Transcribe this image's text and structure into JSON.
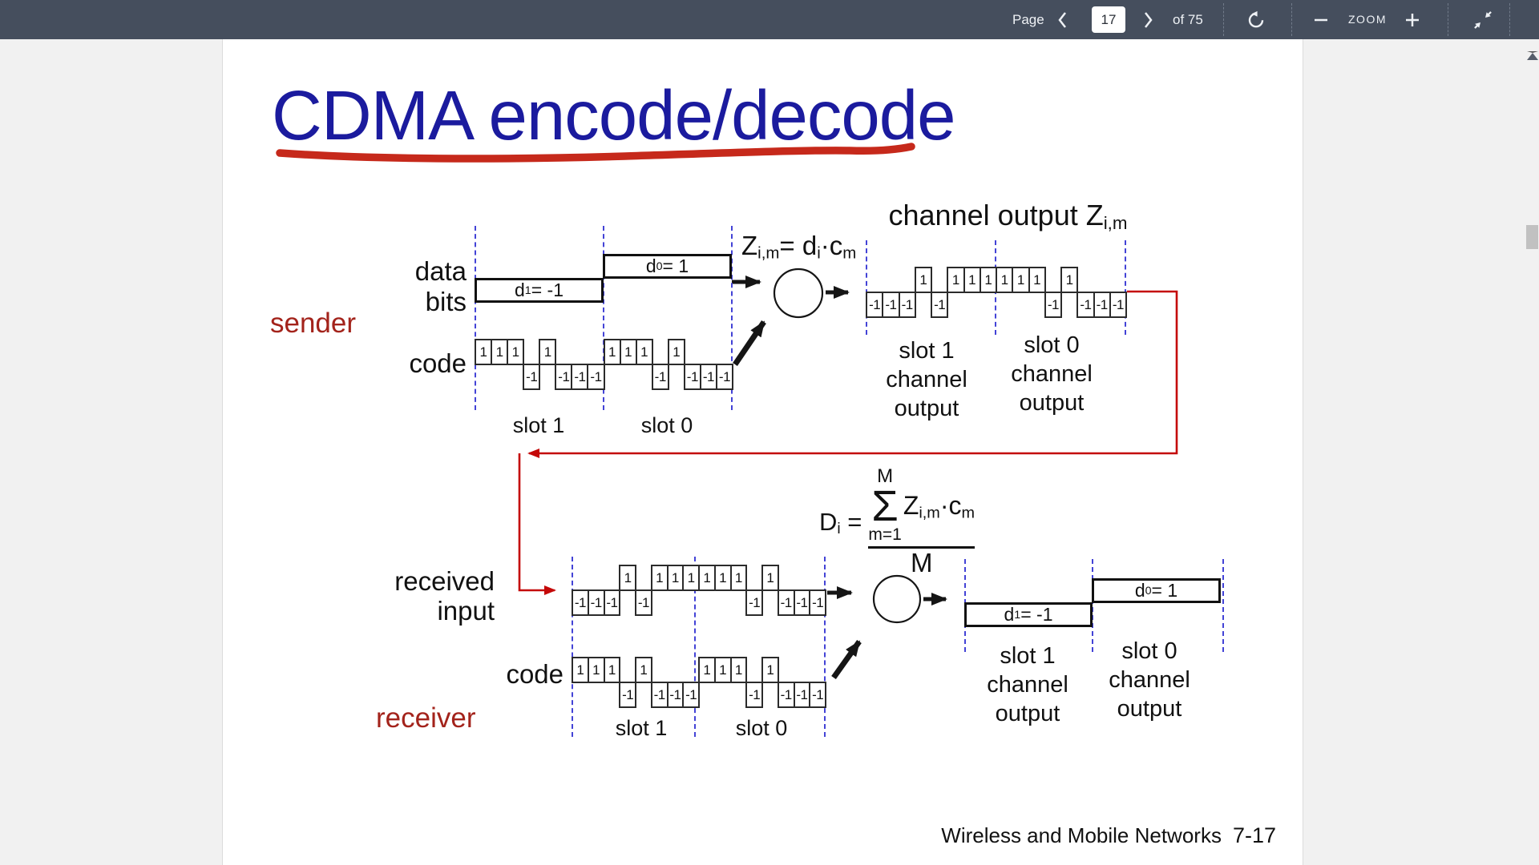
{
  "toolbar": {
    "page_label": "Page",
    "page_value": "17",
    "page_total_label": "of 75",
    "zoom_label": "ZOOM"
  },
  "slide": {
    "title": "CDMA encode/decode",
    "sender_label": "sender",
    "receiver_label": "receiver",
    "labels": {
      "data_bits": "data\nbits",
      "code_sender": "code",
      "received_input": "received\ninput",
      "code_receiver": "code",
      "sender_code_slot1": "slot 1",
      "sender_code_slot0": "slot 0",
      "receiver_code_slot1": "slot 1",
      "receiver_code_slot0": "slot 0",
      "sender_out_slot1": "slot 1\nchannel\noutput",
      "sender_out_slot0": "slot 0\nchannel\noutput",
      "receiver_out_slot1": "slot 1\nchannel\noutput",
      "receiver_out_slot0": "slot 0\nchannel\noutput"
    },
    "formulas": {
      "channel_output_heading": [
        {
          "t": "n",
          "v": "channel output Z"
        },
        {
          "t": "s",
          "v": "i,m"
        }
      ],
      "zim": [
        {
          "t": "n",
          "v": "Z"
        },
        {
          "t": "s",
          "v": "i,m"
        },
        {
          "t": "n",
          "v": "= d"
        },
        {
          "t": "s",
          "v": "i"
        },
        {
          "t": "n",
          "v": "·c"
        },
        {
          "t": "s",
          "v": "m"
        }
      ],
      "di": {
        "lhs": [
          {
            "t": "n",
            "v": "D"
          },
          {
            "t": "s",
            "v": "i"
          },
          {
            "t": "n",
            "v": " ="
          }
        ],
        "sum_top": "M",
        "sigma": "Σ",
        "sum_bottom": "m=1",
        "sum_body": [
          {
            "t": "n",
            "v": "Z"
          },
          {
            "t": "s",
            "v": "i,m"
          },
          {
            "t": "n",
            "v": "·c"
          },
          {
            "t": "s",
            "v": "m"
          }
        ],
        "denominator": "M"
      },
      "d1": [
        {
          "t": "n",
          "v": "d"
        },
        {
          "t": "s",
          "v": "1"
        },
        {
          "t": "n",
          "v": " = -1"
        }
      ],
      "d0": [
        {
          "t": "n",
          "v": "d"
        },
        {
          "t": "s",
          "v": "0"
        },
        {
          "t": "n",
          "v": " = 1"
        }
      ]
    },
    "waveforms": {
      "sender_code": [
        1,
        1,
        1,
        -1,
        1,
        -1,
        -1,
        -1,
        1,
        1,
        1,
        -1,
        1,
        -1,
        -1,
        -1
      ],
      "channel_output": [
        -1,
        -1,
        -1,
        1,
        -1,
        1,
        1,
        1,
        1,
        1,
        1,
        -1,
        1,
        -1,
        -1,
        -1
      ],
      "received_input": [
        -1,
        -1,
        -1,
        1,
        -1,
        1,
        1,
        1,
        1,
        1,
        1,
        -1,
        1,
        -1,
        -1,
        -1
      ],
      "receiver_code": [
        1,
        1,
        1,
        -1,
        1,
        -1,
        -1,
        -1,
        1,
        1,
        1,
        -1,
        1,
        -1,
        -1,
        -1
      ]
    },
    "data_bit_values": {
      "d1": -1,
      "d0": 1
    },
    "footer_text": "Wireless and Mobile Networks",
    "footer_page": "7-17",
    "colors": {
      "title_blue": "#1b1b9e",
      "label_red": "#a3231b",
      "marker_red": "#c6291b",
      "arrow_red": "#c40808",
      "dashed_blue": "#4343d6",
      "toolbar_bg": "#454e5d"
    }
  }
}
